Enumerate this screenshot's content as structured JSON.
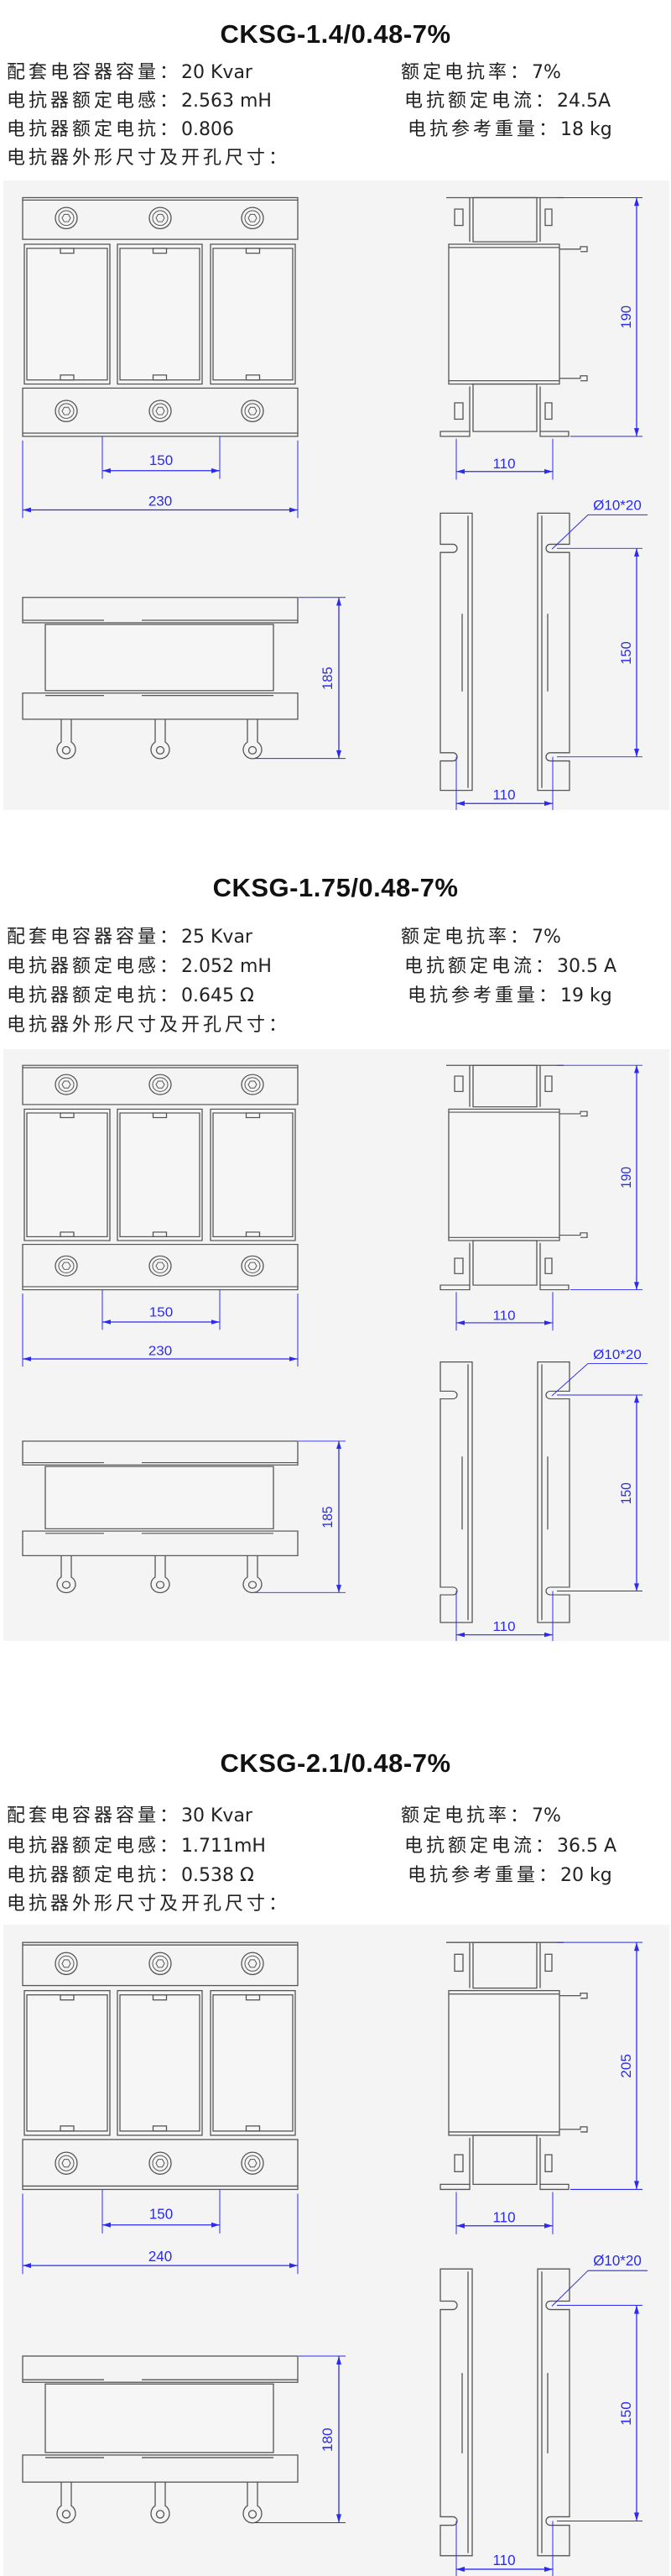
{
  "sections": [
    {
      "title": "CKSG-1.4/0.48-7%",
      "specs": {
        "capacity_label": "配套电容器容量：",
        "capacity_value": "20 Kvar",
        "rate_label": "额定电抗率：",
        "rate_value": "7%",
        "inductance_label": "电抗器额定电感：",
        "inductance_value": "2.563 mH",
        "current_label": "电抗额定电流：",
        "current_value": "24.5A",
        "reactance_label": "电抗器额定电抗：",
        "reactance_value": "0.806",
        "weight_label": "电抗参考重量：",
        "weight_value": "18 kg",
        "dims_label": "电抗器外形尺寸及开孔尺寸："
      },
      "drawing": {
        "bolt_spacing": "150",
        "total_width": "230",
        "side_height": "190",
        "side_depth": "110",
        "front_height": "185",
        "hole": "Ø10*20",
        "mount_spacing": "150",
        "mount_width": "110"
      }
    },
    {
      "title": "CKSG-1.75/0.48-7%",
      "specs": {
        "capacity_label": "配套电容器容量：",
        "capacity_value": "25 Kvar",
        "rate_label": "额定电抗率：",
        "rate_value": "7%",
        "inductance_label": "电抗器额定电感：",
        "inductance_value": "2.052 mH",
        "current_label": "电抗额定电流：",
        "current_value": "30.5 A",
        "reactance_label": "电抗器额定电抗：",
        "reactance_value": "0.645 Ω",
        "weight_label": "电抗参考重量：",
        "weight_value": "19 kg",
        "dims_label": "电抗器外形尺寸及开孔尺寸："
      },
      "drawing": {
        "bolt_spacing": "150",
        "total_width": "230",
        "side_height": "190",
        "side_depth": "110",
        "front_height": "185",
        "hole": "Ø10*20",
        "mount_spacing": "150",
        "mount_width": "110"
      }
    },
    {
      "title": "CKSG-2.1/0.48-7%",
      "specs": {
        "capacity_label": "配套电容器容量：",
        "capacity_value": "30 Kvar",
        "rate_label": "额定电抗率：",
        "rate_value": "7%",
        "inductance_label": "电抗器额定电感：",
        "inductance_value": "1.711mH",
        "current_label": "电抗额定电流：",
        "current_value": "36.5 A",
        "reactance_label": "电抗器额定电抗：",
        "reactance_value": "0.538 Ω",
        "weight_label": "电抗参考重量：",
        "weight_value": "20 kg",
        "dims_label": "电抗器外形尺寸及开孔尺寸："
      },
      "drawing": {
        "bolt_spacing": "150",
        "total_width": "240",
        "side_height": "205",
        "side_depth": "110",
        "front_height": "180",
        "hole": "Ø10*20",
        "mount_spacing": "150",
        "mount_width": "110"
      }
    }
  ],
  "colors": {
    "line": "#555555",
    "dimension": "#2b2bf0",
    "panel": "#f4f4f4"
  }
}
